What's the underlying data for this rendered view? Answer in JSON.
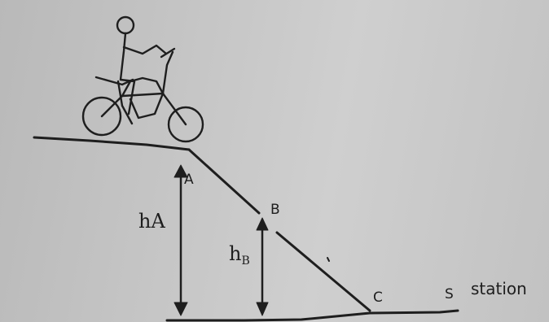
{
  "points": {
    "a": "A",
    "b": "B",
    "c": "C",
    "s": "S"
  },
  "heights": {
    "ha": "hA",
    "hb_main": "h",
    "hb_sub": "B"
  },
  "station_label": "station",
  "colors": {
    "ink": "#1e1e1e",
    "paper": "#c6c6c6"
  },
  "figure": "motorcycle-rider-icon"
}
